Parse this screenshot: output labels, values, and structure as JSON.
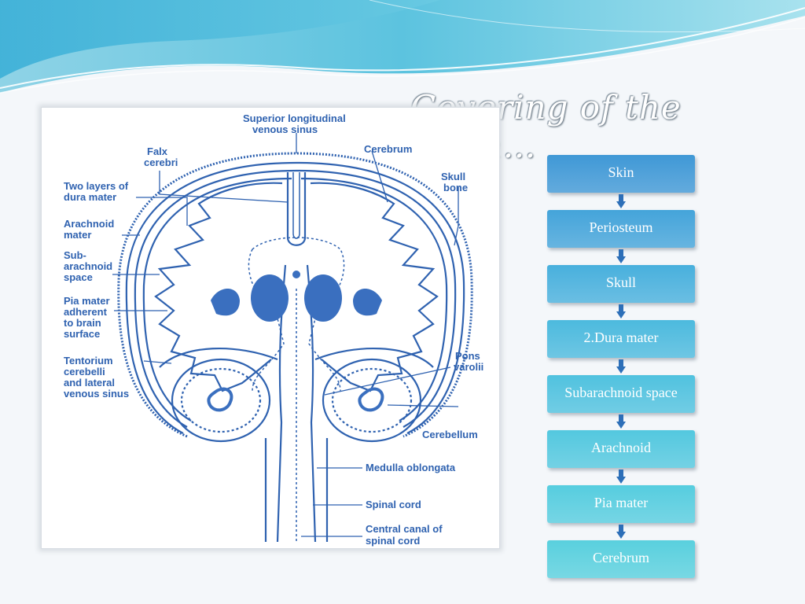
{
  "slide": {
    "title": "Covering of the brain…"
  },
  "diagram": {
    "labels": {
      "superior_sinus_1": "Superior longitudinal",
      "superior_sinus_2": "venous sinus",
      "falx_1": "Falx",
      "falx_2": "cerebri",
      "cerebrum": "Cerebrum",
      "skull_1": "Skull",
      "skull_2": "bone",
      "dura_1": "Two layers of",
      "dura_2": "dura mater",
      "arachnoid_1": "Arachnoid",
      "arachnoid_2": "mater",
      "sub_1": "Sub-",
      "sub_2": "arachnoid",
      "sub_3": "space",
      "pia_1": "Pia mater",
      "pia_2": "adherent",
      "pia_3": "to brain",
      "pia_4": "surface",
      "tent_1": "Tentorium",
      "tent_2": "cerebelli",
      "tent_3": "and lateral",
      "tent_4": "venous sinus",
      "pons_1": "Pons",
      "pons_2": "varolii",
      "cerebellum": "Cerebellum",
      "medulla": "Medulla oblongata",
      "spinal_cord": "Spinal cord",
      "canal_1": "Central canal of",
      "canal_2": "spinal cord"
    }
  },
  "layers": [
    {
      "label": "Skin",
      "color": "#3f98d6"
    },
    {
      "label": "Periosteum",
      "color": "#44a4da"
    },
    {
      "label": "Skull",
      "color": "#48b0dd"
    },
    {
      "label": "2.Dura mater",
      "color": "#4cbade"
    },
    {
      "label": "Subarachnoid space",
      "color": "#50c2df"
    },
    {
      "label": "Arachnoid",
      "color": "#53c8df"
    },
    {
      "label": "Pia mater",
      "color": "#56cddf"
    },
    {
      "label": "Cerebrum",
      "color": "#59d0de"
    }
  ],
  "colors": {
    "diagram_line": "#2f62b0",
    "arrow": "#2d6fb8"
  }
}
